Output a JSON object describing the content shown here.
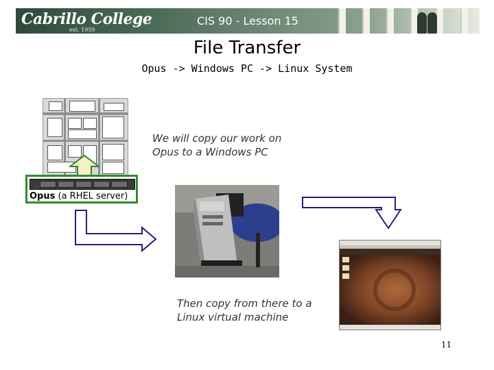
{
  "header": {
    "logo_text": "Cabrillo College",
    "logo_sub": "est. 1959",
    "title": "CIS 90 - Lesson 15"
  },
  "slide": {
    "title": "File Transfer",
    "subtitle": "Opus -> Windows PC -> Linux System",
    "server_name": "Opus",
    "server_desc": " (a RHEL server)",
    "note_windows": "We will copy our work on Opus to a Windows PC",
    "note_linux": "Then copy from there to a Linux virtual machine",
    "page_number": "11"
  },
  "colors": {
    "arrow_fill": "#ffffff",
    "arrow_stroke": "#1f1f7a",
    "server_border": "#2e8b2e",
    "up_arrow_fill": "#f5f0c8"
  }
}
